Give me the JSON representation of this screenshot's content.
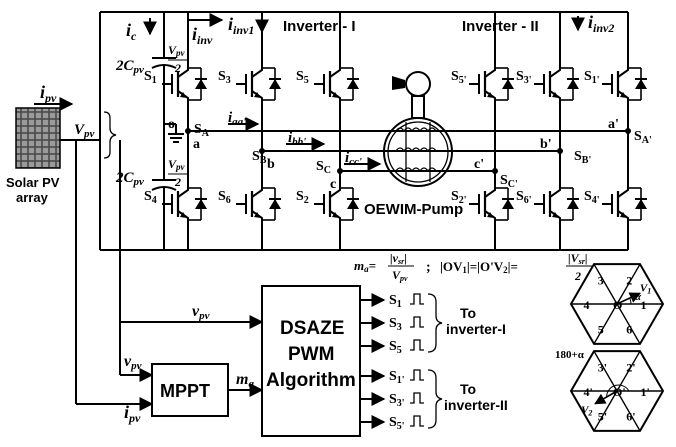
{
  "inverter_labels": {
    "left": "Inverter - I",
    "right": "Inverter - II"
  },
  "currents": {
    "ic": "i",
    "ic_sub": "c",
    "iinv": "i",
    "iinv_sub": "inv",
    "iinv1": "i",
    "iinv1_sub": "inv1",
    "iinv2": "i",
    "iinv2_sub": "inv2",
    "ipv": "i",
    "ipv_sub": "pv",
    "iaa": "i",
    "iaa_sub": "aa'",
    "ibb": "i",
    "ibb_sub": "bb'",
    "icc": "i",
    "icc_sub": "cc'",
    "ipv_bottom": "i",
    "ipv_bottom_sub": "pv"
  },
  "voltages": {
    "vpv": "V",
    "vpv_sub": "pv",
    "cap_top": "V",
    "cap_top_sub": "pv",
    "cap_div": "2",
    "cap_bottom": "V",
    "cap_bottom_sub": "pv",
    "cap_bottom_div": "2",
    "v_pv_line": "v",
    "v_pv_line_sub": "pv",
    "v_pv_mppt": "v",
    "v_pv_mppt_sub": "pv"
  },
  "capacitors": {
    "top": "2C",
    "top_sub": "pv",
    "bottom": "2C",
    "bottom_sub": "pv"
  },
  "node_labels": {
    "o": "o",
    "a": "a",
    "b": "b",
    "c": "c",
    "a_prime": "a'",
    "b_prime": "b'",
    "c_prime": "c'"
  },
  "switches_left": [
    "S",
    "S",
    "S",
    "S",
    "S",
    "S"
  ],
  "switch_subs_left": [
    "1",
    "3",
    "5",
    "4",
    "6",
    "2"
  ],
  "switches_right": [
    "S",
    "S",
    "S",
    "S",
    "S",
    "S"
  ],
  "switch_subs_right": [
    "5'",
    "3'",
    "1'",
    "2'",
    "6'",
    "4'"
  ],
  "phase_points": {
    "SA": "S",
    "SA_sub": "A",
    "SB": "S",
    "SB_sub": "B",
    "SC": "S",
    "SC_sub": "C",
    "SAp": "S",
    "SAp_sub": "A'",
    "SBp": "S",
    "SBp_sub": "B'",
    "SCp": "S",
    "SCp_sub": "C'"
  },
  "solar": {
    "line1": "Solar PV",
    "line2": "array"
  },
  "motor_label": "OEWIM-Pump",
  "mppt_label": "MPPT",
  "ma_label": "m",
  "ma_sub": "a",
  "algorithm": {
    "line1": "DSAZE",
    "line2": "PWM",
    "line3": "Algorithm"
  },
  "pulse_outputs": [
    {
      "s": "S",
      "sub": "1"
    },
    {
      "s": "S",
      "sub": "3"
    },
    {
      "s": "S",
      "sub": "5"
    },
    {
      "s": "S",
      "sub": "1'"
    },
    {
      "s": "S",
      "sub": "3'"
    },
    {
      "s": "S",
      "sub": "5'"
    }
  ],
  "targets": {
    "inv1_line1": "To",
    "inv1_line2": "inverter-I",
    "inv2_line1": "To",
    "inv2_line2": "inverter-II"
  },
  "equation": {
    "ma_lhs": "m",
    "ma_lhs_sub": "a",
    "eq": "=",
    "num": "|v",
    "num_sub": "sr",
    "num_end": "|",
    "den": "V",
    "den_sub": "pv",
    "sep": ";",
    "ov_text": "|OV",
    "ov_sub1": "1",
    "ov_mid": "|=|O'V",
    "ov_sub2": "2",
    "ov_end": "|=",
    "frac2_num": "|V",
    "frac2_num_sub": "sr",
    "frac2_num_end": "|",
    "frac2_den": "2"
  },
  "hex1": {
    "sectors": [
      "3",
      "2",
      "4",
      "1",
      "5",
      "6"
    ],
    "center": "O",
    "vector": "V",
    "vector_sub": "1",
    "angle": "α"
  },
  "hex2": {
    "sectors": [
      "3'",
      "2'",
      "4'",
      "1'",
      "5'",
      "6'"
    ],
    "center": "O'",
    "vector": "V",
    "vector_sub": "2",
    "angle": "180+α"
  }
}
